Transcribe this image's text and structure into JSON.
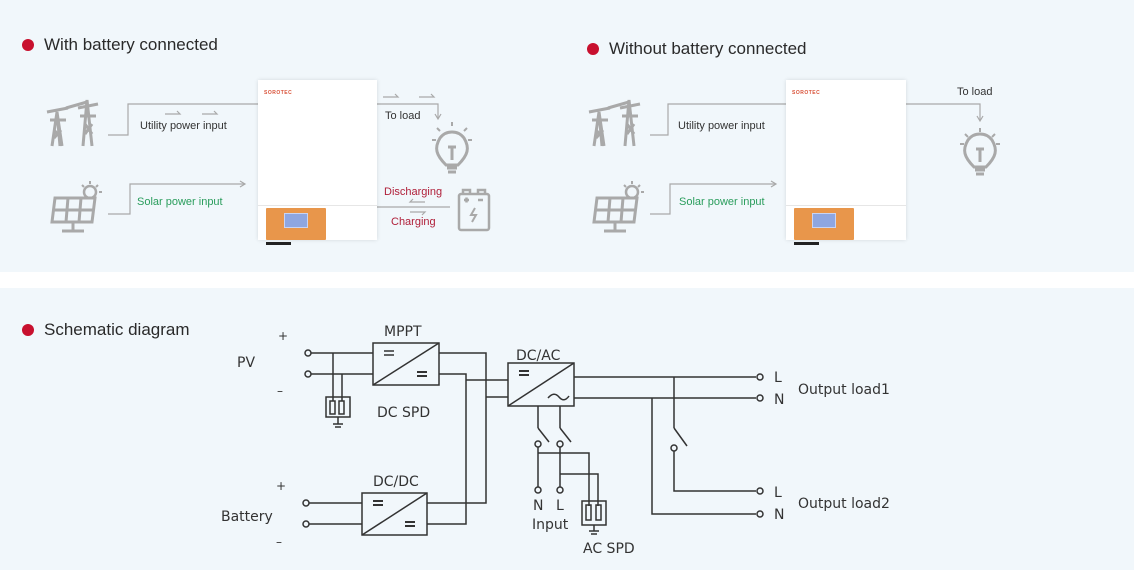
{
  "sections": {
    "with_battery": {
      "title": "With battery connected",
      "labels": {
        "utility": "Utility power input",
        "solar": "Solar power input",
        "to_load": "To load",
        "discharging": "Discharging",
        "charging": "Charging"
      },
      "device_brand": "SOROTEC"
    },
    "without_battery": {
      "title": "Without battery connected",
      "labels": {
        "utility": "Utility power input",
        "solar": "Solar power input",
        "to_load": "To load"
      },
      "device_brand": "SOROTEC"
    },
    "schematic": {
      "title": "Schematic diagram",
      "pv": {
        "label": "PV",
        "plus": "+",
        "minus": "–"
      },
      "battery": {
        "label": "Battery",
        "plus": "+",
        "minus": "–"
      },
      "mppt": "MPPT",
      "dc_spd": "DC SPD",
      "dcdc": "DC/DC",
      "dcac": "DC/AC",
      "input": {
        "label": "Input",
        "n": "N",
        "l": "L"
      },
      "ac_spd": "AC SPD",
      "output1": {
        "label": "Output load1",
        "l": "L",
        "n": "N"
      },
      "output2": {
        "label": "Output load2",
        "l": "L",
        "n": "N"
      }
    }
  },
  "colors": {
    "accent": "#c8102e",
    "background": "#f1f7fb",
    "icon_gray": "#a9a9a9",
    "solar_green": "#2a9d5c",
    "battery_red": "#b0203a",
    "inverter_orange": "#e8964b"
  }
}
